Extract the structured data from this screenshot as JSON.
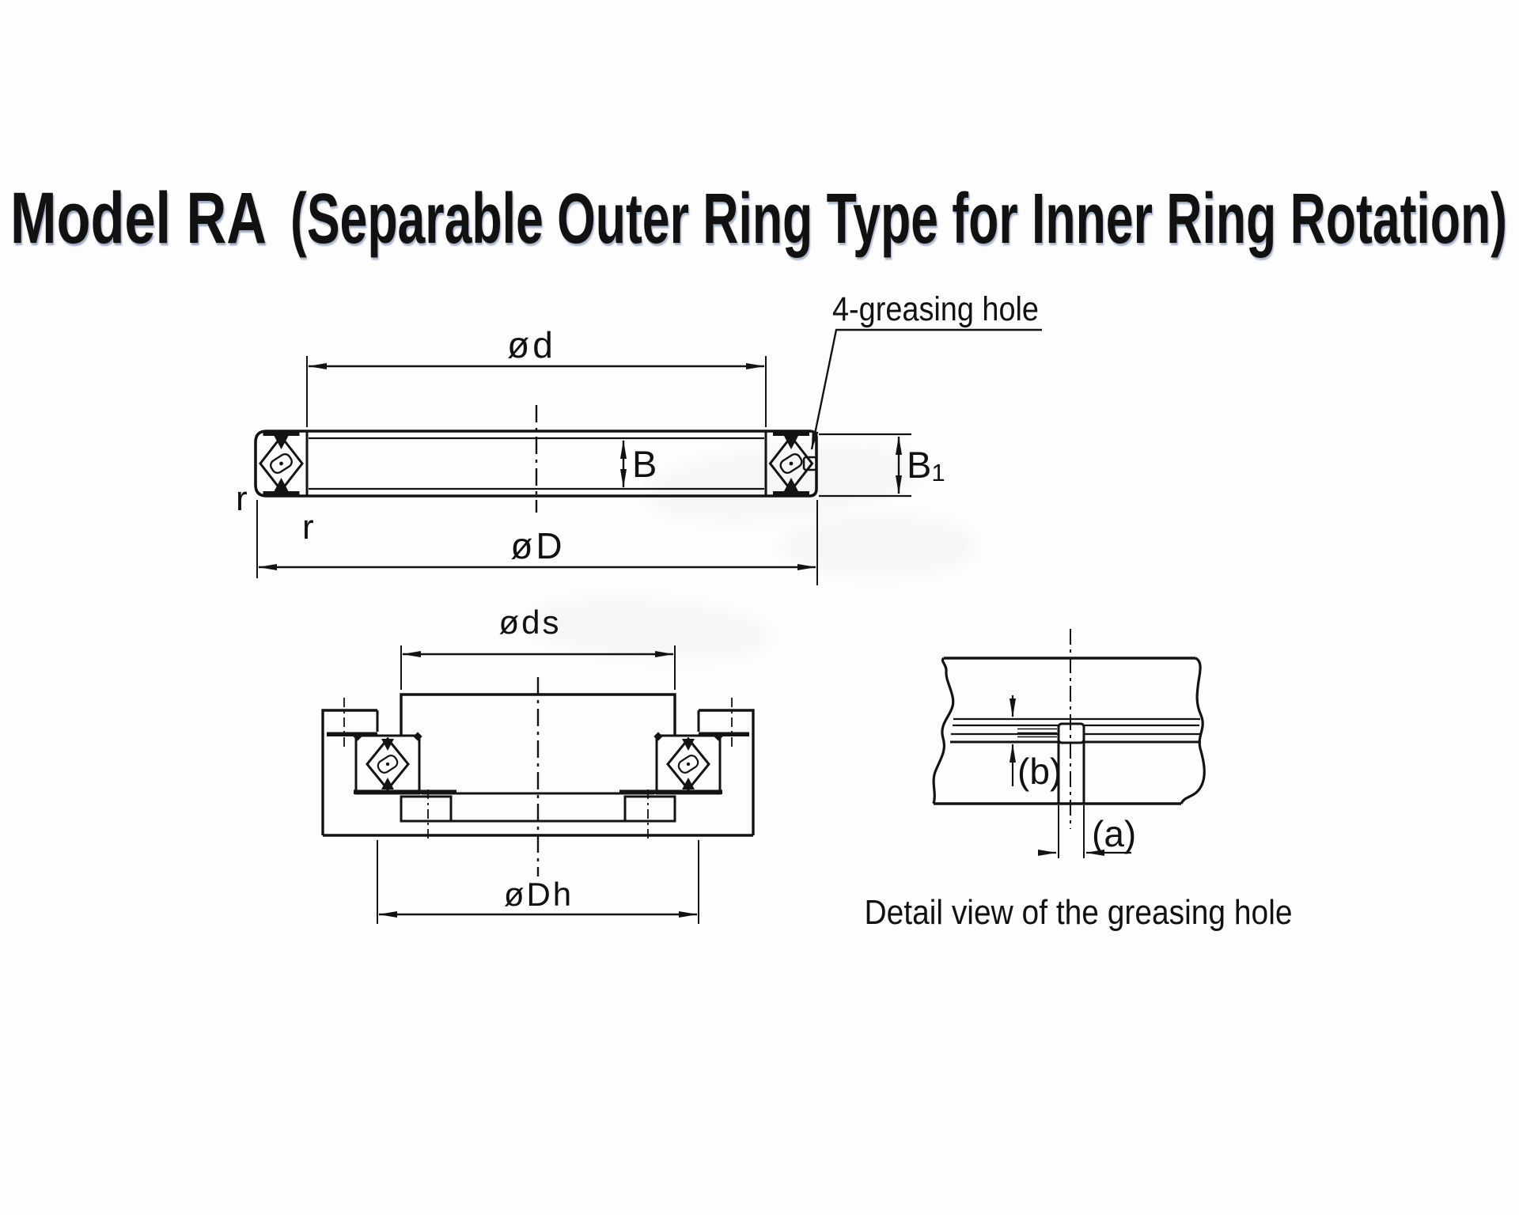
{
  "title": {
    "model": "Model RA",
    "subtitle": "(Separable Outer Ring Type for Inner Ring Rotation)"
  },
  "colors": {
    "title_blue": "#1b82e6",
    "line": "#131313",
    "background": "#fdfdfd"
  },
  "top_view": {
    "dim_inner_diameter": "ød",
    "dim_outer_diameter": "øD",
    "dim_width": "B",
    "dim_width_b1_main": "B",
    "dim_width_b1_sub": "1",
    "fillet_top": "r",
    "fillet_bottom": "r",
    "greasing_callout": "4-greasing hole"
  },
  "mounted_view": {
    "dim_shaft_diameter": "øds",
    "dim_housing_diameter": "øDh"
  },
  "detail_view": {
    "dim_hole": "(a)",
    "dim_groove": "(b)",
    "caption": "Detail view of the greasing hole"
  }
}
